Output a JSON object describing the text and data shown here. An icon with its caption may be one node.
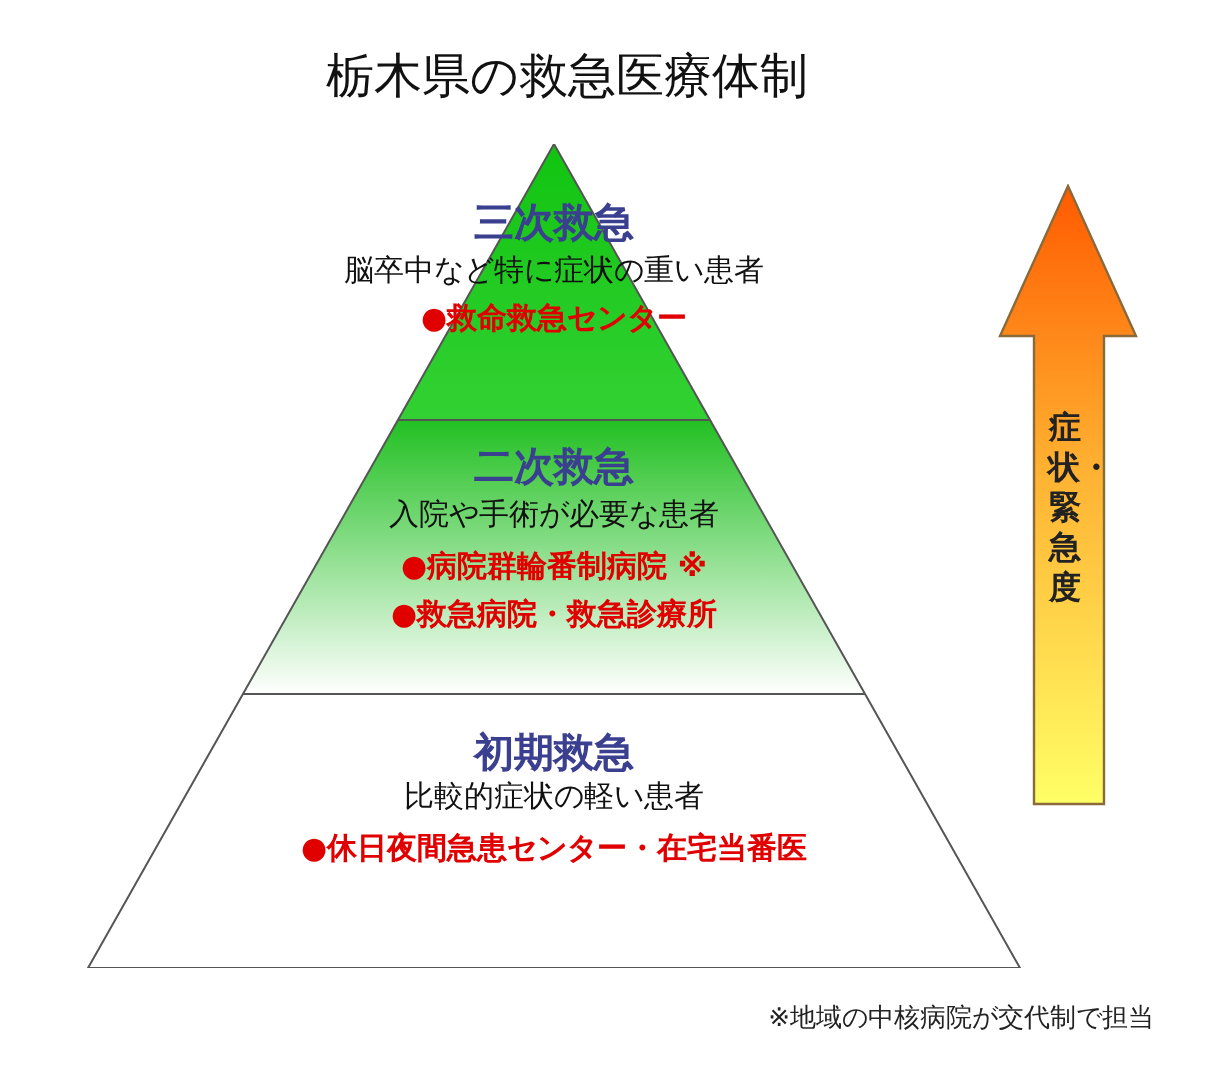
{
  "diagram": {
    "title": "栃木県の救急医療体制",
    "nodes": [
      {
        "text": [
          "三次救急",
          "脳卒中など特に症状の重い患者",
          "●救命救急センター"
        ]
      },
      {
        "text": [
          "二次救急",
          "入院や手術が必要な患者",
          "●病院群輪番制病院 ※",
          "●救急病院・救急診療所"
        ]
      },
      {
        "text": [
          "初期救急",
          "比較的症状の軽い患者",
          "●休日夜間急患センター・在宅当番医"
        ]
      },
      {
        "text": [
          "症状・緊急度"
        ]
      }
    ],
    "edges": [],
    "labels": [
      "※地域の中核病院が交代制で担当"
    ]
  }
}
